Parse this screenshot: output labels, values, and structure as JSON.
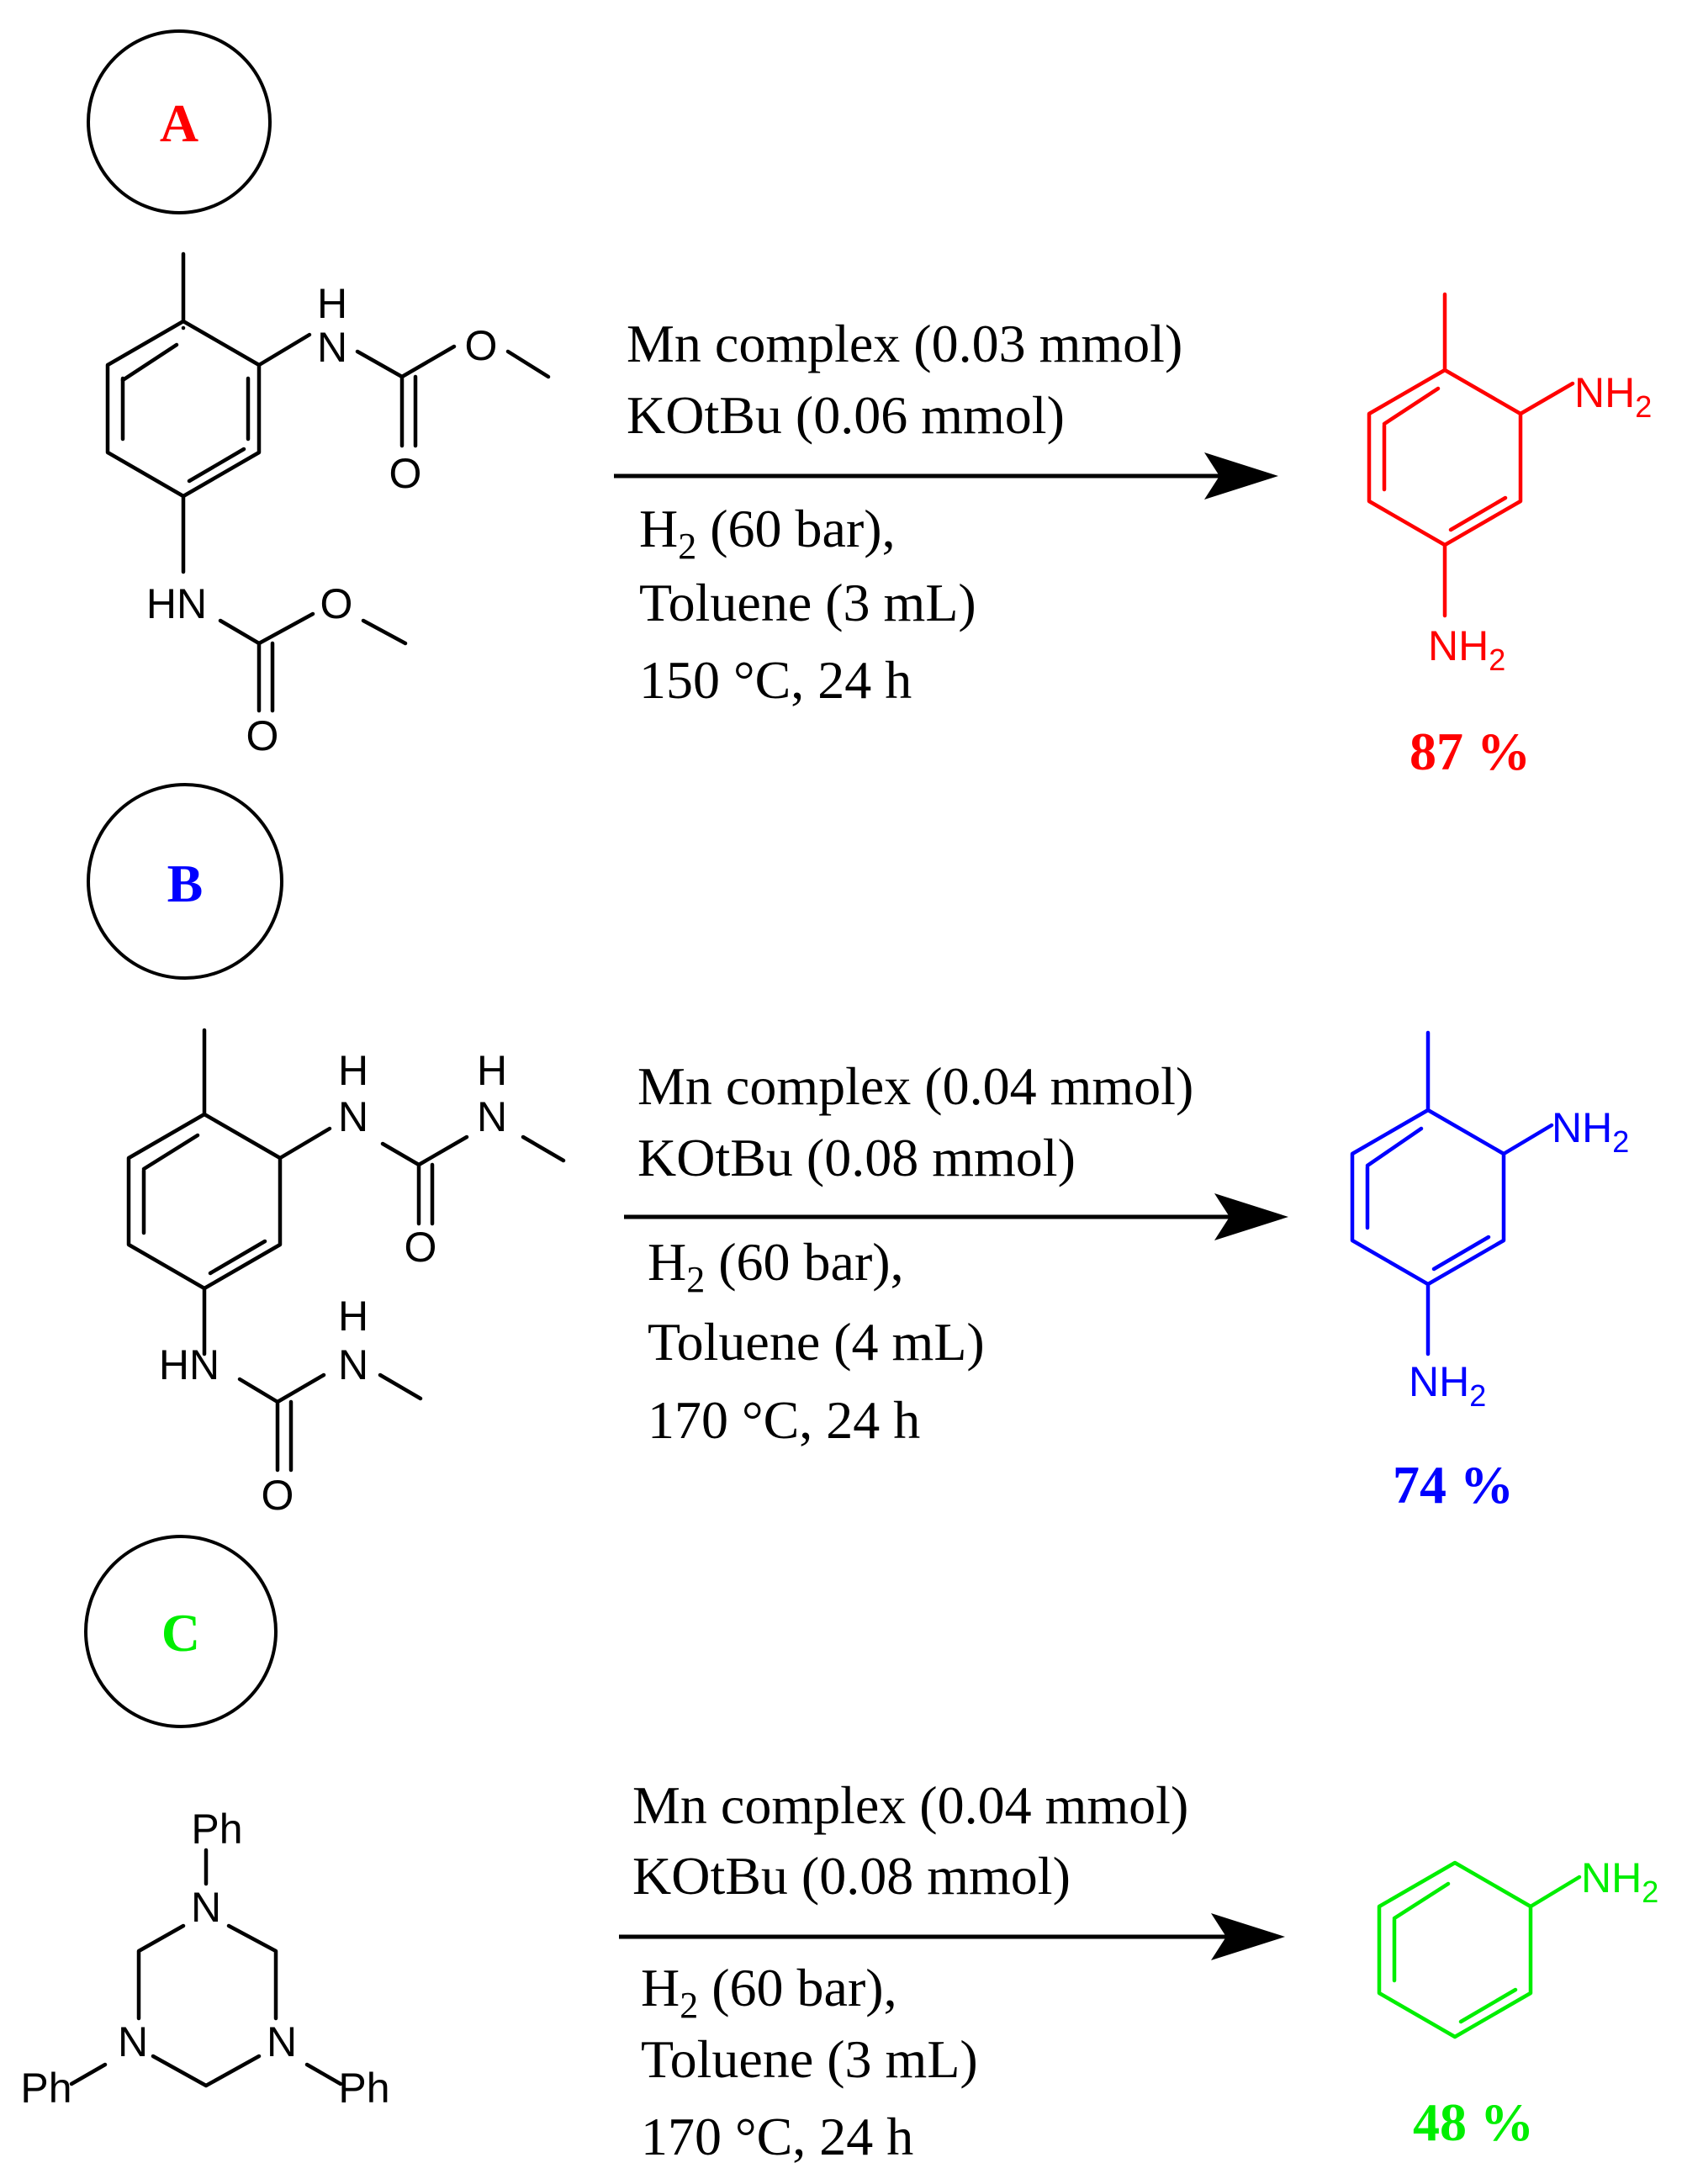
{
  "colors": {
    "a": "#ff0000",
    "b": "#0000ff",
    "c": "#00ee00",
    "black": "#000000"
  },
  "atoms": {
    "h": "H",
    "n": "N",
    "o": "O",
    "hn": "HN",
    "nh": "NH",
    "sub2": "2",
    "ph": "Ph"
  },
  "reactions": [
    {
      "label": "A",
      "conditions_above": [
        "Mn complex (0.03 mmol)",
        "KOtBu (0.06 mmol)"
      ],
      "h2_main": "H",
      "h2_sub": "2",
      "h2_rest": " (60 bar),",
      "conditions_below": [
        "Toluene (3 mL)",
        "150 °C, 24 h"
      ],
      "yield": "87 %"
    },
    {
      "label": "B",
      "conditions_above": [
        "Mn complex (0.04 mmol)",
        "KOtBu (0.08 mmol)"
      ],
      "h2_main": "H",
      "h2_sub": "2",
      "h2_rest": " (60 bar),",
      "conditions_below": [
        "Toluene (4 mL)",
        "170 °C, 24 h"
      ],
      "yield": "74 %"
    },
    {
      "label": "C",
      "conditions_above": [
        "Mn complex (0.04 mmol)",
        "KOtBu (0.08 mmol)"
      ],
      "h2_main": "H",
      "h2_sub": "2",
      "h2_rest": " (60 bar),",
      "conditions_below": [
        "Toluene (3 mL)",
        "170 °C, 24 h"
      ],
      "yield": "48 %"
    }
  ]
}
